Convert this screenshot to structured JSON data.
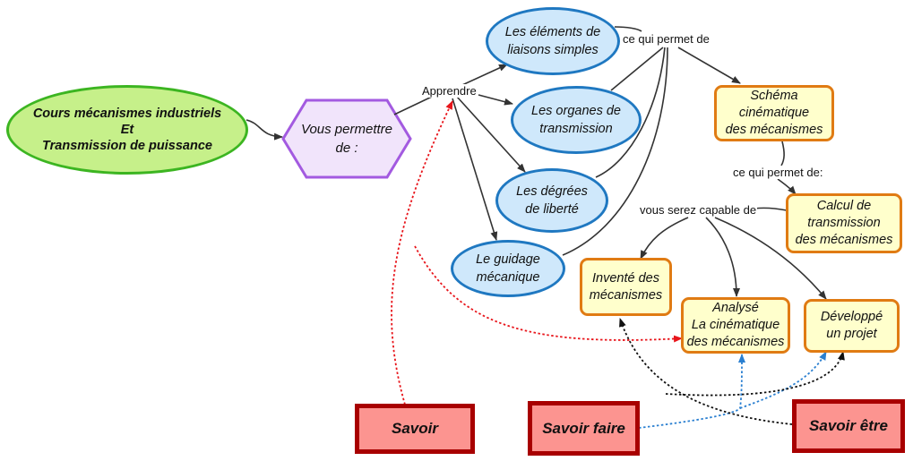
{
  "colors": {
    "root_fill": "#c6f08a",
    "root_border": "#3cb521",
    "hex_fill": "#f1e4fb",
    "hex_border": "#a35ae0",
    "topic_fill": "#cfe8fb",
    "topic_border": "#1f78c1",
    "skill_fill": "#ffffcc",
    "skill_border": "#e07b13",
    "category_fill": "#fc9490",
    "category_border": "#a80000",
    "savoir_link": "#e8151b",
    "savoir_faire_link": "#2a7fd0",
    "savoir_etre_link": "#111111"
  },
  "root": {
    "text": "Cours mécanismes industriels\nEt\nTransmission de puissance"
  },
  "hexagon": {
    "text": "Vous permettre\nde :"
  },
  "link_labels": {
    "apprendre": "Apprendre",
    "ce_qui_permet_de": "ce qui permet de",
    "ce_qui_permet_de_2": "ce qui permet de:",
    "vous_serez_capable_de": "vous serez capable de"
  },
  "topics": [
    {
      "text": "Les éléments de\nliaisons simples"
    },
    {
      "text": "Les organes de\ntransmission"
    },
    {
      "text": "Les dégrées\nde liberté"
    },
    {
      "text": "Le guidage\nmécanique"
    }
  ],
  "concepts": {
    "schema": "Schéma\ncinématique\ndes mécanismes",
    "calcul": "Calcul de\ntransmission\ndes mécanismes"
  },
  "skills": [
    {
      "text": "Inventé des\nmécanismes"
    },
    {
      "text": "Analysé\nLa cinématique\ndes mécanismes"
    },
    {
      "text": "Développé\nun projet"
    }
  ],
  "categories": [
    {
      "text": "Savoir"
    },
    {
      "text": "Savoir faire"
    },
    {
      "text": "Savoir être"
    }
  ]
}
